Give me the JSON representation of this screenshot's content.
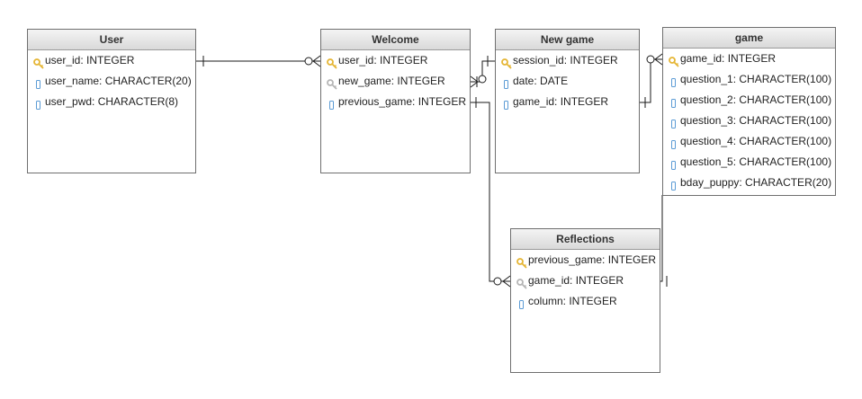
{
  "colors": {
    "line": "#1a1a1a",
    "border": "#6f6f6f",
    "pk_key": "#e5b534",
    "fk_key": "#b5b5b5",
    "field": "#5b9bd5"
  },
  "entities": {
    "user": {
      "title": "User",
      "attrs": [
        {
          "icon": "key-icon",
          "text": "user_id: INTEGER"
        },
        {
          "icon": "field-icon",
          "text": "user_name: CHARACTER(20)"
        },
        {
          "icon": "field-icon",
          "text": "user_pwd: CHARACTER(8)"
        }
      ]
    },
    "welcome": {
      "title": "Welcome",
      "attrs": [
        {
          "icon": "key-icon",
          "text": "user_id: INTEGER"
        },
        {
          "icon": "foreign-key-icon",
          "text": "new_game: INTEGER"
        },
        {
          "icon": "field-icon",
          "text": "previous_game: INTEGER"
        }
      ]
    },
    "new_game": {
      "title": "New game",
      "attrs": [
        {
          "icon": "key-icon",
          "text": "session_id: INTEGER"
        },
        {
          "icon": "field-icon",
          "text": "date: DATE"
        },
        {
          "icon": "field-icon",
          "text": "game_id: INTEGER"
        }
      ]
    },
    "game": {
      "title": "game",
      "attrs": [
        {
          "icon": "key-icon",
          "text": "game_id: INTEGER"
        },
        {
          "icon": "field-icon",
          "text": "question_1: CHARACTER(100)"
        },
        {
          "icon": "field-icon",
          "text": "question_2: CHARACTER(100)"
        },
        {
          "icon": "field-icon",
          "text": "question_3: CHARACTER(100)"
        },
        {
          "icon": "field-icon",
          "text": "question_4: CHARACTER(100)"
        },
        {
          "icon": "field-icon",
          "text": "question_5: CHARACTER(100)"
        },
        {
          "icon": "field-icon",
          "text": "bday_puppy: CHARACTER(20)"
        }
      ]
    },
    "reflections": {
      "title": "Reflections",
      "attrs": [
        {
          "icon": "key-icon",
          "text": "previous_game: INTEGER"
        },
        {
          "icon": "foreign-key-icon",
          "text": "game_id: INTEGER"
        },
        {
          "icon": "field-icon",
          "text": "column: INTEGER"
        }
      ]
    }
  },
  "relationships": [
    {
      "from": "User",
      "to": "Welcome",
      "from_end": "one",
      "to_end": "zero-or-many"
    },
    {
      "from": "Welcome",
      "to": "New game",
      "from_end": "many",
      "to_end": "zero-or-one"
    },
    {
      "from": "New game",
      "to": "game",
      "from_end": "one",
      "to_end": "zero-or-many"
    },
    {
      "from": "Welcome",
      "to": "Reflections",
      "from_end": "one",
      "to_end": "zero-or-many"
    },
    {
      "from": "Reflections",
      "to": "game",
      "from_end": "one",
      "to_end": "one"
    }
  ]
}
